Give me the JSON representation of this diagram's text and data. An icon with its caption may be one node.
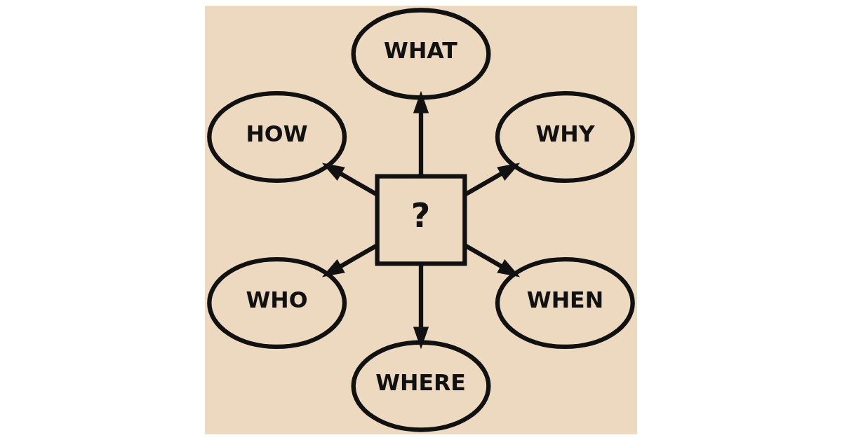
{
  "diagram": {
    "nodes": [
      {
        "text": [
          "WHAT"
        ]
      },
      {
        "text": [
          "WHY"
        ]
      },
      {
        "text": [
          "HOW"
        ]
      },
      {
        "text": [
          "?"
        ]
      },
      {
        "text": [
          "WHEN"
        ]
      },
      {
        "text": [
          "WHO"
        ]
      },
      {
        "text": [
          "WHERE"
        ]
      }
    ],
    "edges": [
      {
        "from": 3,
        "to": 0,
        "arrow": "to"
      },
      {
        "from": 3,
        "to": 1,
        "arrow": "to"
      },
      {
        "from": 3,
        "to": 4,
        "arrow": "to"
      },
      {
        "from": 3,
        "to": 6,
        "arrow": "to"
      },
      {
        "from": 3,
        "to": 5,
        "arrow": "to"
      },
      {
        "from": 3,
        "to": 2,
        "arrow": "to"
      }
    ]
  }
}
